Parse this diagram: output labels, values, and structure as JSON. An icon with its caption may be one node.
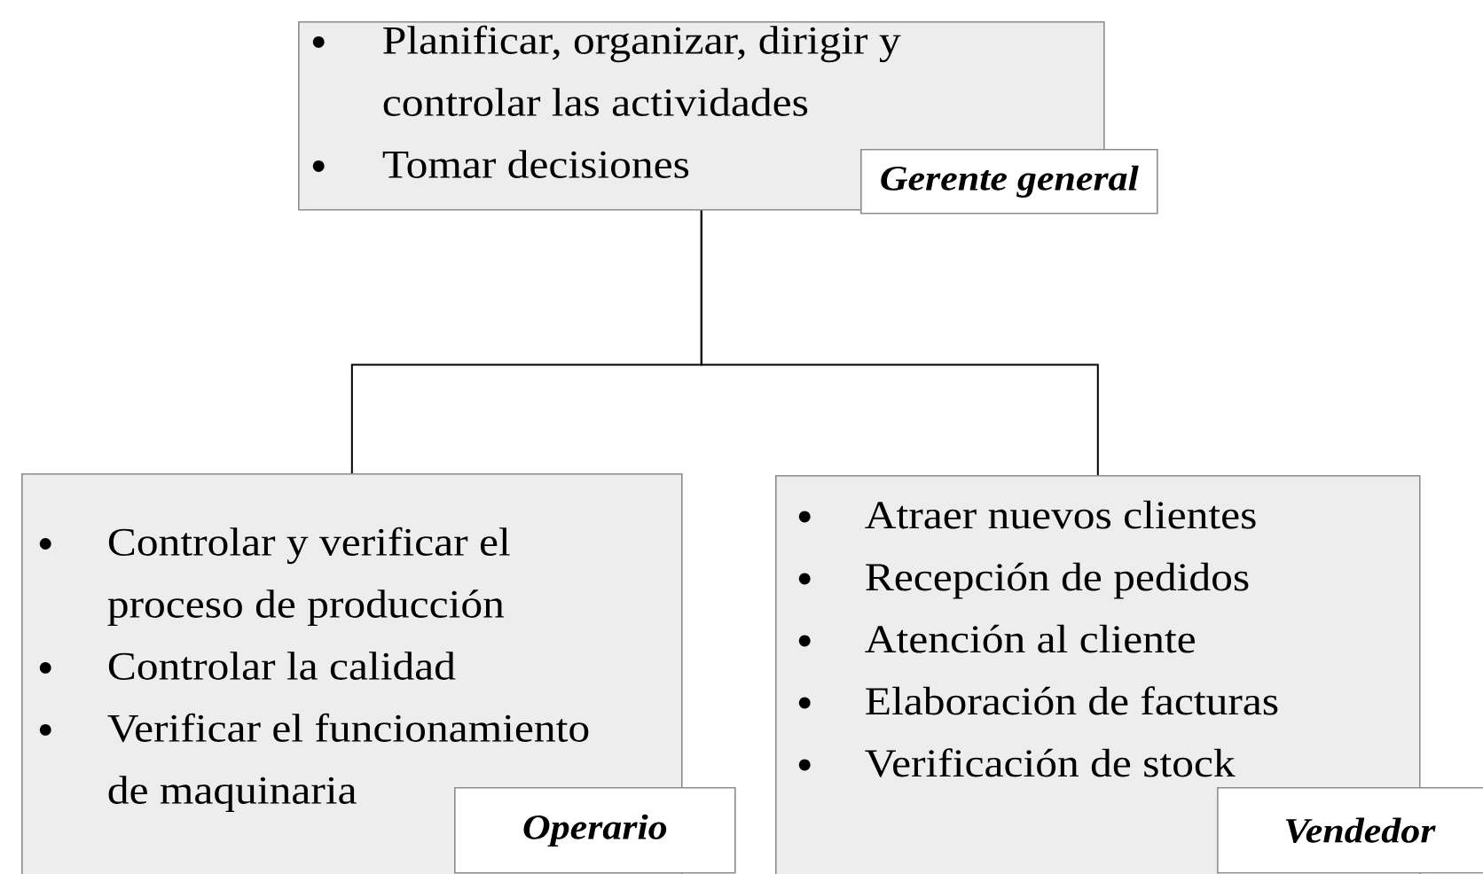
{
  "diagram": {
    "nodes": [
      {
        "text": [
          "Planificar, organizar, dirigir y controlar las actividades",
          "Tomar decisiones",
          "Gerente general"
        ]
      },
      {
        "text": [
          "Controlar y verificar el proceso de producción",
          "Controlar la calidad",
          "Verificar el funcionamiento de maquinaria",
          "Operario"
        ]
      },
      {
        "text": [
          "Atraer nuevos clientes",
          "Recepción de pedidos",
          "Atención al cliente",
          "Elaboración de facturas",
          "Verificación de stock",
          "Vendedor"
        ]
      }
    ],
    "edges": [
      {
        "from": 0,
        "to": 1,
        "arrow": "none"
      },
      {
        "from": 0,
        "to": 2,
        "arrow": "none"
      }
    ]
  }
}
